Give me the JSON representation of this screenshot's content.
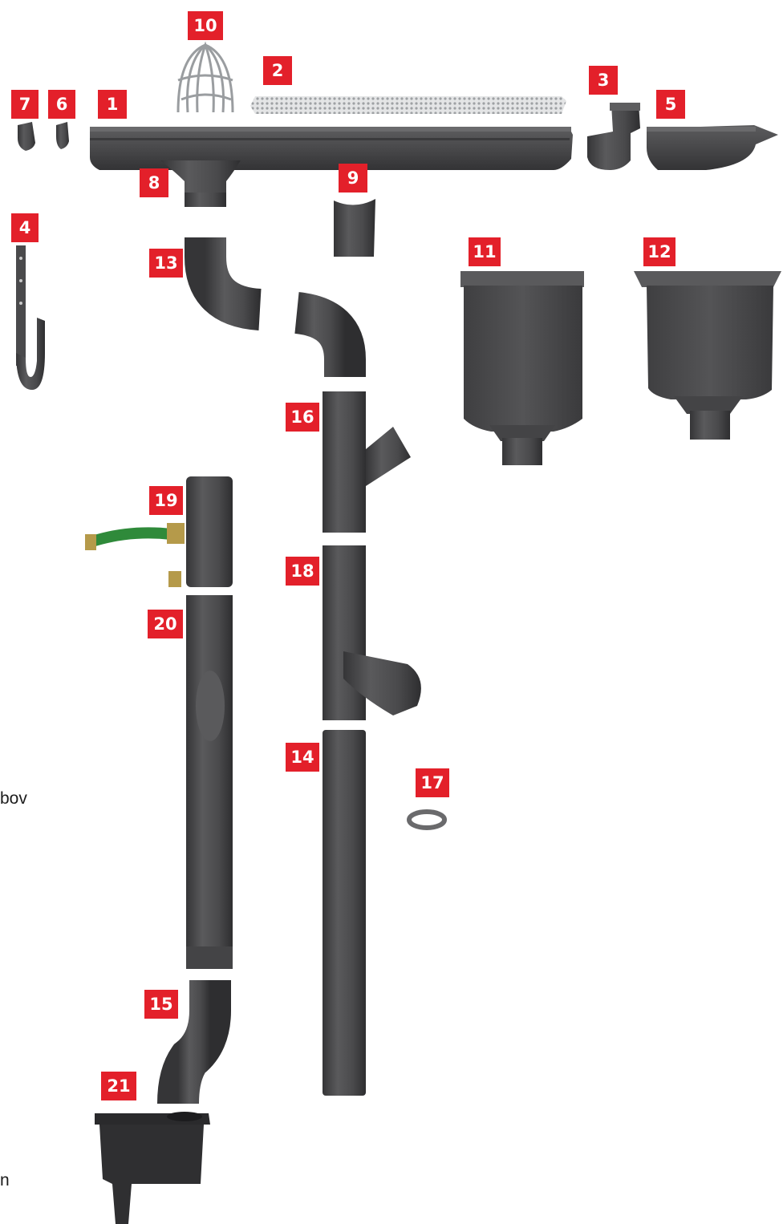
{
  "colors": {
    "badge": "#e3202a",
    "badge_text": "#ffffff",
    "pipe": "#4d4d4f",
    "pipe_dark": "#3a3a3c",
    "pipe_light": "#6a6a6c",
    "hose": "#2f8a3a",
    "brass": "#b59a4a",
    "mesh": "#c7c9cb"
  },
  "labels": {
    "n1": "1",
    "n2": "2",
    "n3": "3",
    "n4": "4",
    "n5": "5",
    "n6": "6",
    "n7": "7",
    "n8": "8",
    "n9": "9",
    "n10": "10",
    "n11": "11",
    "n12": "12",
    "n13": "13",
    "n14": "14",
    "n15": "15",
    "n16": "16",
    "n17": "17",
    "n18": "18",
    "n19": "19",
    "n20": "20",
    "n21": "21"
  },
  "edge_text": {
    "left_1": "bov",
    "left_2": "n"
  }
}
